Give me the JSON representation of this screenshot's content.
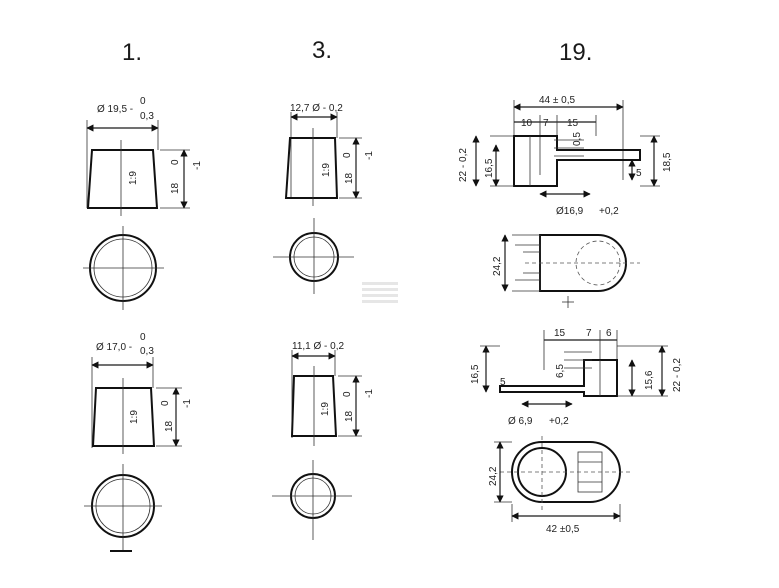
{
  "headers": {
    "col1": "1.",
    "col2": "3.",
    "col3": "19."
  },
  "part1_top": {
    "dia": "Ø 19,5 -",
    "tol_upper": "0",
    "tol_lower": "0,3",
    "side": "1:9",
    "height": "18",
    "h_upper": "0",
    "h_lower": "-1"
  },
  "part1_bottom": {
    "dia": "Ø 17,0 -",
    "tol_upper": "0",
    "tol_lower": "0,3",
    "side": "1:9",
    "height": "18",
    "h_upper": "0",
    "h_lower": "-1"
  },
  "part3_top": {
    "dia": "12,7 Ø - 0,2",
    "side": "1:9",
    "height": "18",
    "h_upper": "0",
    "h_lower": "-1"
  },
  "part3_bottom": {
    "dia": "11,1 Ø - 0,2",
    "side": "1:9",
    "height": "18",
    "h_upper": "0",
    "h_lower": "-1"
  },
  "part19_top": {
    "width": "44 ± 0,5",
    "d10": "10",
    "d7": "7",
    "d15": "15",
    "d05": "0,5",
    "h22": "22 - 0,2",
    "h165": "16,5",
    "h185": "18,5",
    "h5": "5",
    "hole": "Ø16,9",
    "hole_tol": "+0,2"
  },
  "part19_plan_top": {
    "w": "24,2"
  },
  "part19_bottom": {
    "d15": "15",
    "d7": "7",
    "d6": "6",
    "d65": "6,5",
    "h165l": "16,5",
    "h5": "5",
    "h156": "15,6",
    "h22": "22 - 0,2",
    "hole": "Ø 6,9",
    "hole_tol": "+0,2"
  },
  "part19_plan_bottom": {
    "w": "24,2",
    "len": "42 ±0,5"
  }
}
